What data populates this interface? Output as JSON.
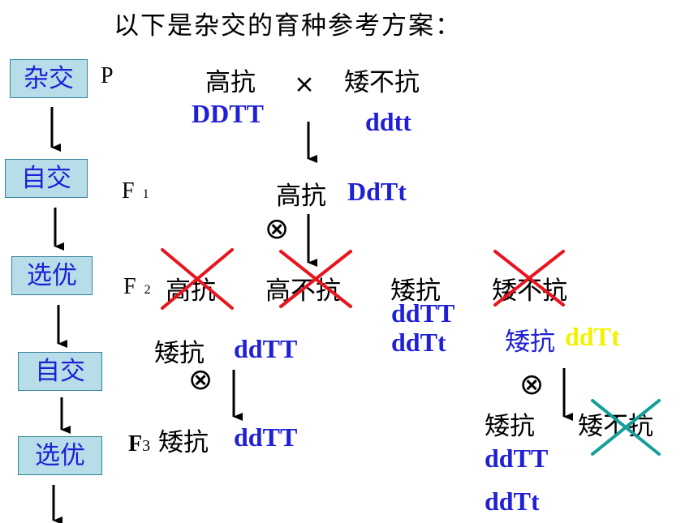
{
  "title": "以下是杂交的育种参考方案：",
  "steps": [
    "杂交",
    "自交",
    "选优",
    "自交",
    "选优"
  ],
  "generations": {
    "p": "P",
    "f1": "F",
    "f1_sub": "1",
    "f2": "F",
    "f2_sub": "2",
    "f3": "F",
    "f3_sub": "3"
  },
  "parents": {
    "p1_phenotype": "高抗",
    "p1_genotype": "DDTT",
    "cross": "×",
    "p2_phenotype": "矮不抗",
    "p2_genotype": "ddtt"
  },
  "f1": {
    "phenotype": "高抗",
    "genotype": "DdTt"
  },
  "f2": {
    "phenotypes": [
      "高抗",
      "高不抗",
      "矮抗",
      "矮不抗"
    ],
    "selected_genotypes": [
      "ddTT",
      "ddTt"
    ]
  },
  "left_branch": {
    "phenotype": "矮抗",
    "genotype": "ddTT",
    "f3_phenotype": "矮抗",
    "f3_genotype": "ddTT"
  },
  "right_branch": {
    "phenotype": "矮抗",
    "genotype": "ddTt",
    "offspring": [
      "矮抗",
      "矮不抗"
    ],
    "offspring_genotypes": [
      "ddTT",
      "ddTt"
    ]
  },
  "symbols": {
    "selfing": "⊗"
  },
  "colors": {
    "genotype": "#1f1fd6",
    "step_fill": "#b7dde8",
    "reject": "#e8141e",
    "reject_teal": "#139e9a",
    "highlight": "#f2f200"
  }
}
